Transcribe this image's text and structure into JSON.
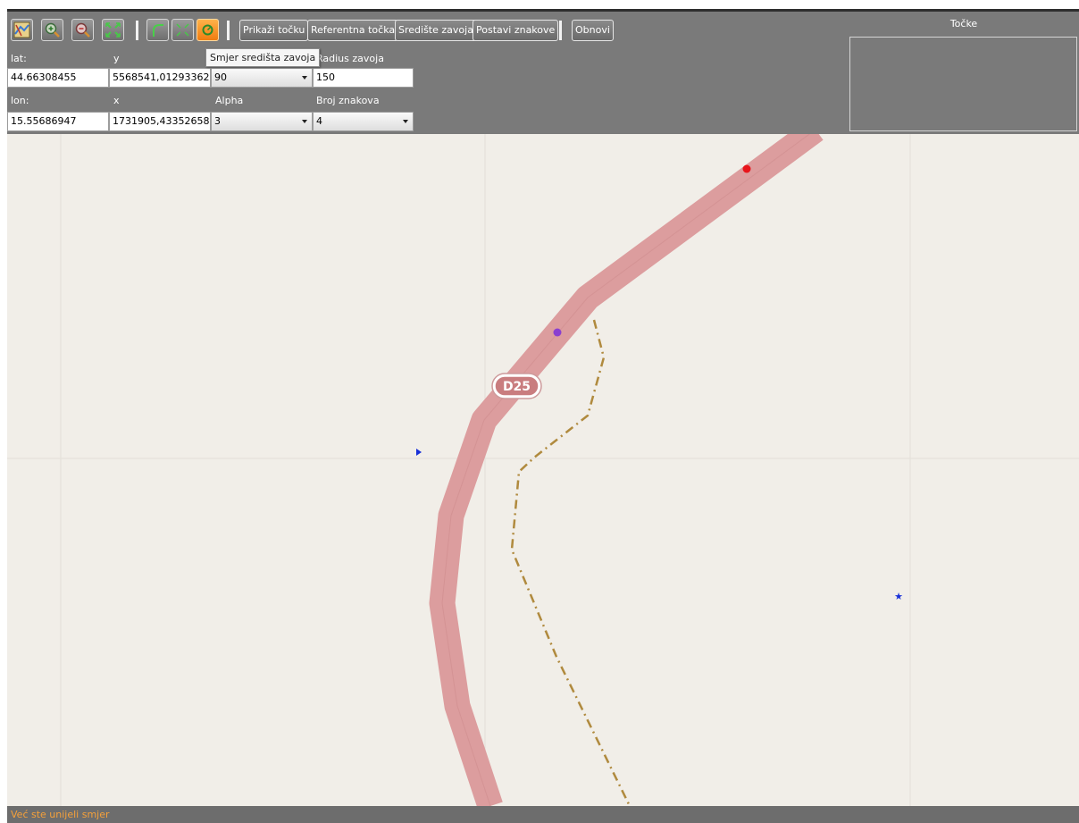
{
  "toolbar": {
    "icon_buttons": [
      {
        "name": "map-layer-icon"
      },
      {
        "name": "zoom-in-icon"
      },
      {
        "name": "zoom-out-icon"
      },
      {
        "name": "zoom-extent-icon"
      },
      {
        "name": "draw-curve-icon"
      },
      {
        "name": "select-points-icon"
      },
      {
        "name": "curve-direction-icon"
      }
    ],
    "show_point_label": "Prikaži točku",
    "reference_point_label": "Referentna točka",
    "curve_center_label": "Središte zavoja",
    "place_signs_label": "Postavi znakove",
    "refresh_label": "Obnovi",
    "tooltip": "Smjer središta zavoja"
  },
  "form": {
    "lat_label": "lat:",
    "lat_value": "44.66308455",
    "y_label": "y",
    "y_value": "5568541,01293362",
    "direction_value": "90",
    "radius_label": "Radius zavoja",
    "radius_value": "150",
    "lon_label": "lon:",
    "lon_value": "15.55686947",
    "x_label": "x",
    "x_value": "1731905,43352658",
    "alpha_label": "Alpha",
    "alpha_value": "3",
    "sign_count_label": "Broj znakova",
    "sign_count_value": "4"
  },
  "points_panel": {
    "title": "Točke"
  },
  "map": {
    "road_label": "D25",
    "road_color": "#dc9d9e",
    "path_color": "#b08a3e",
    "markers": [
      {
        "name": "red-point-marker",
        "color": "#e8151b"
      },
      {
        "name": "purple-point-marker",
        "color": "#8a3fd0"
      },
      {
        "name": "blue-triangle-marker",
        "color": "#1830d8"
      },
      {
        "name": "blue-star-marker",
        "color": "#1830d8"
      }
    ]
  },
  "status": {
    "message": "Već ste unijeli smjer"
  }
}
